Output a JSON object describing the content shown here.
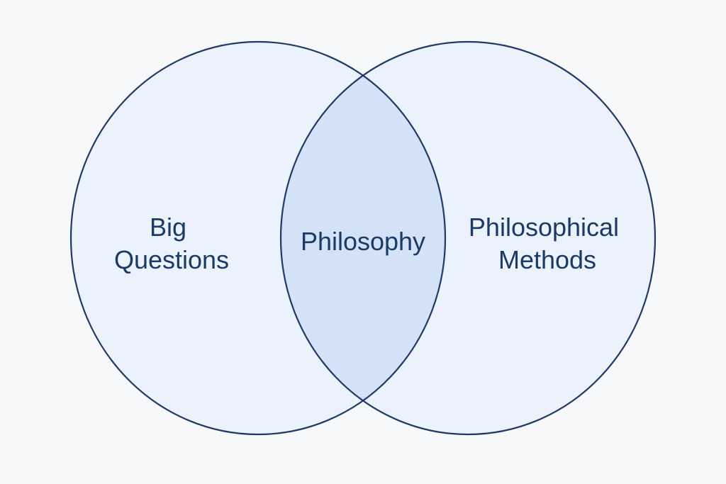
{
  "diagram": {
    "type": "venn",
    "sets": [
      {
        "id": "left",
        "label_lines": [
          "Big",
          "Questions"
        ]
      },
      {
        "id": "right",
        "label_lines": [
          "Philosophical",
          "Methods"
        ]
      }
    ],
    "intersection": {
      "label": "Philosophy"
    },
    "colors": {
      "background": "#f7f8f9",
      "circle_fill": "#ecf2fb",
      "intersection_fill": "#d3e2f6",
      "stroke": "#1f3a68",
      "text": "#1c3a66"
    }
  }
}
